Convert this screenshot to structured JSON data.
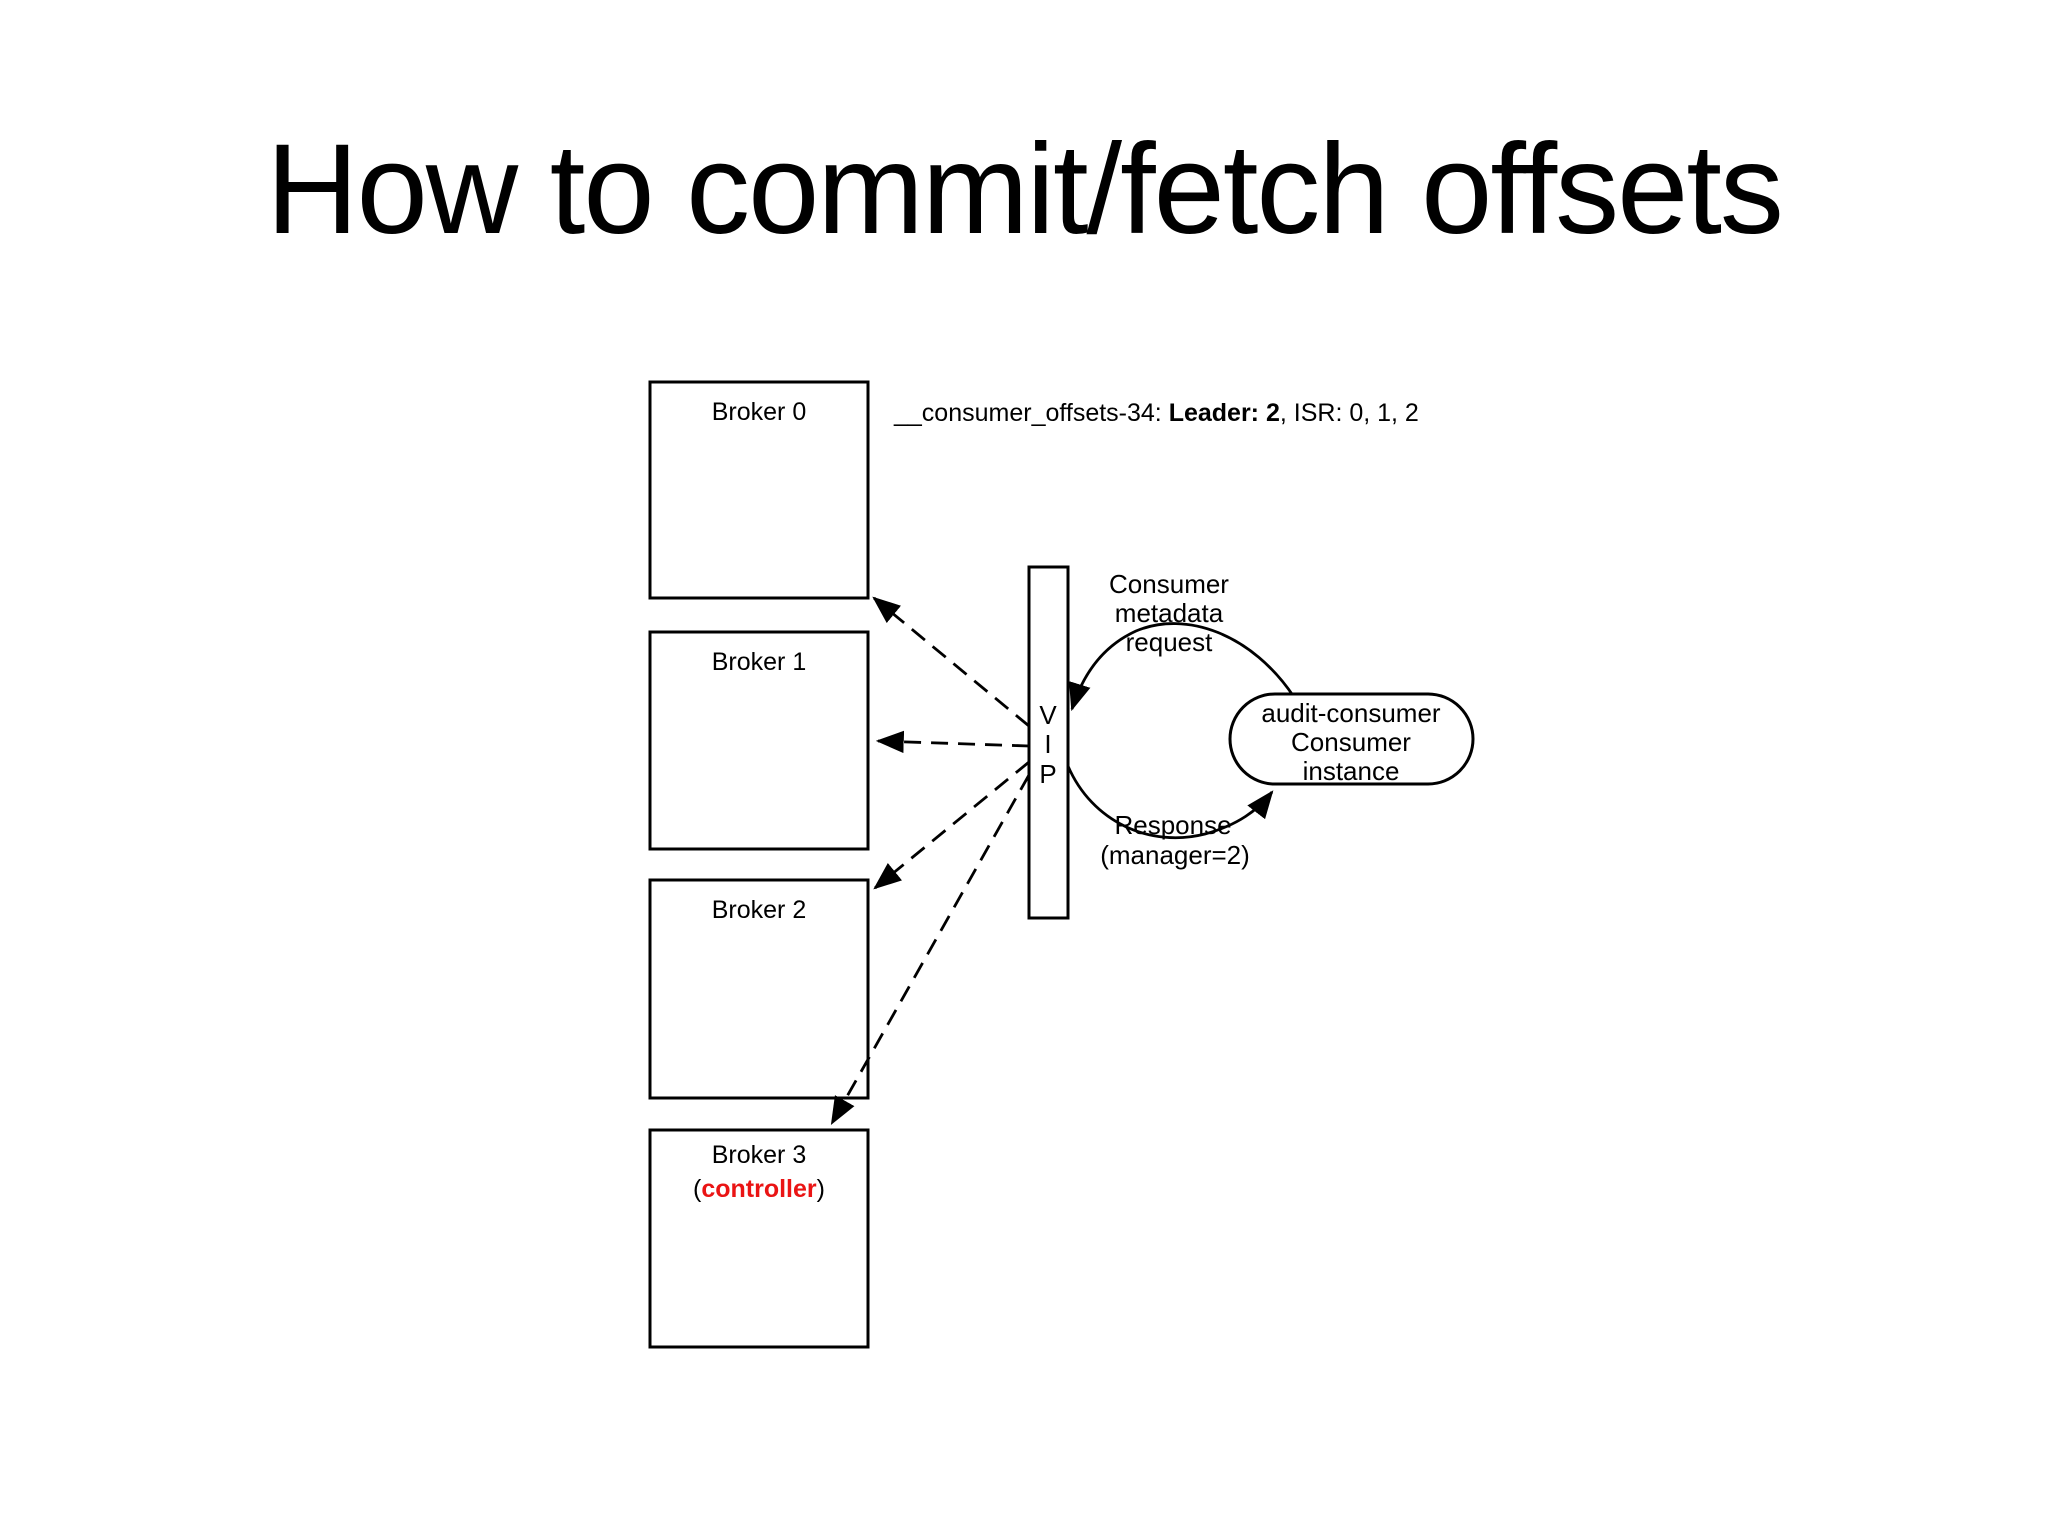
{
  "slide": {
    "title": "How to commit/fetch offsets"
  },
  "partition_info": {
    "topic": "__consumer_offsets-34: ",
    "leader": "Leader: 2",
    "isr": ", ISR: 0, 1, 2"
  },
  "brokers": [
    {
      "label": "Broker 0"
    },
    {
      "label": "Broker 1"
    },
    {
      "label": "Broker 2"
    },
    {
      "label": "Broker 3",
      "role_open": "(",
      "role": "controller",
      "role_close": ")"
    }
  ],
  "vip": {
    "letters": [
      "V",
      "I",
      "P"
    ]
  },
  "consumer_instance": {
    "group": "audit-consumer",
    "line1": "Consumer",
    "line2": "instance"
  },
  "flows": {
    "request": {
      "line1": "Consumer",
      "line2": "metadata",
      "line3": "request"
    },
    "response": {
      "line1": "Response",
      "line2": "(manager=2)"
    }
  },
  "colors": {
    "blue": "#1414e6",
    "red": "#ea1414",
    "ink": "#000000",
    "background": "#ffffff"
  }
}
